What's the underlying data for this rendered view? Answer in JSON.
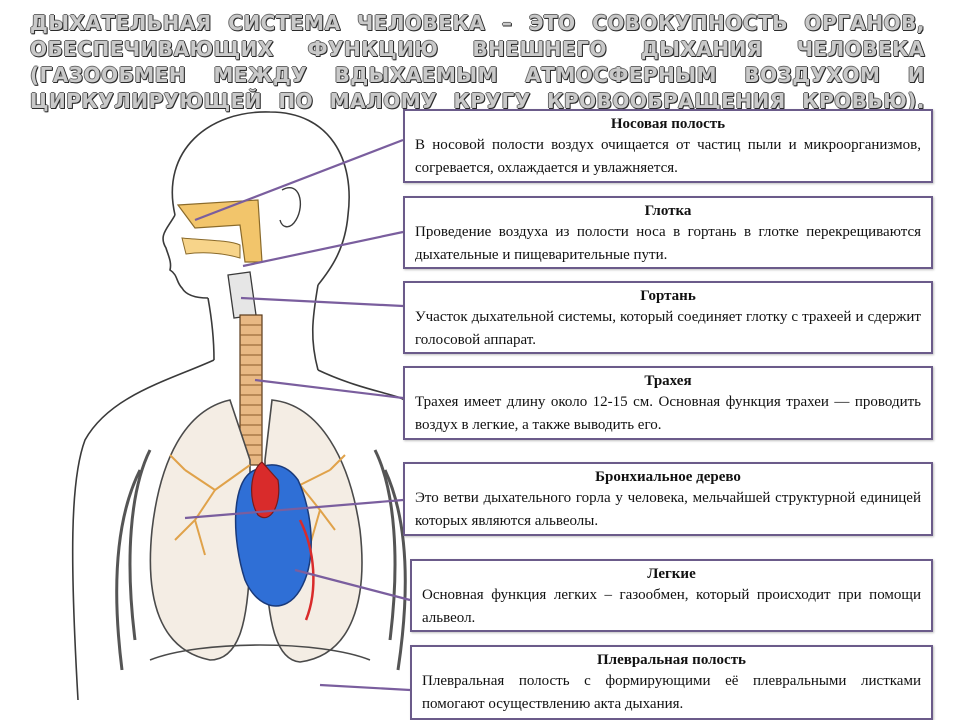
{
  "title": "Дыхательная система человека – это совокупность органов, обеспечивающих функцию внешнего дыхания человека (газообмен между вдыхаемым атмосферным воздухом и циркулирующей по малому кругу кровообращения кровью).",
  "cards": [
    {
      "title": "Носовая полость",
      "text": "В носовой полости воздух очищается от частиц пыли и микроорганизмов, согревается, охлаждается и увлажняется."
    },
    {
      "title": "Глотка",
      "text": "Проведение воздуха из полости носа в гортань в глотке перекрещиваются дыхательные и пищеварительные пути."
    },
    {
      "title": "Гортань",
      "text": "Участок дыхательной системы, который соединяет глотку с трахеей и сдержит голосовой аппарат."
    },
    {
      "title": "Трахея",
      "text": "Трахея имеет длину около 12-15 см. Основная функция трахеи — проводить воздух в легкие, а также выводить его."
    },
    {
      "title": "Бронхиальное дерево",
      "text": "Это ветви дыхательного горла у человека, мельчайшей структурной единицей которых являются альвеолы."
    },
    {
      "title": "Легкие",
      "text": "Основная функция легких – газообмен, который происходит при помощи альвеол."
    },
    {
      "title": "Плевральная полость",
      "text": "Плевральная полость с формирующими её плевральными листками помогают осуществлению акта дыхания."
    }
  ],
  "colors": {
    "card_border": "#6b5b8a",
    "leader_line": "#7a5e9e",
    "nasal_cavity": "#f2c56b",
    "heart_blue": "#2f6fd6",
    "heart_red": "#d92b2b",
    "bronchi": "#e0a24a"
  }
}
